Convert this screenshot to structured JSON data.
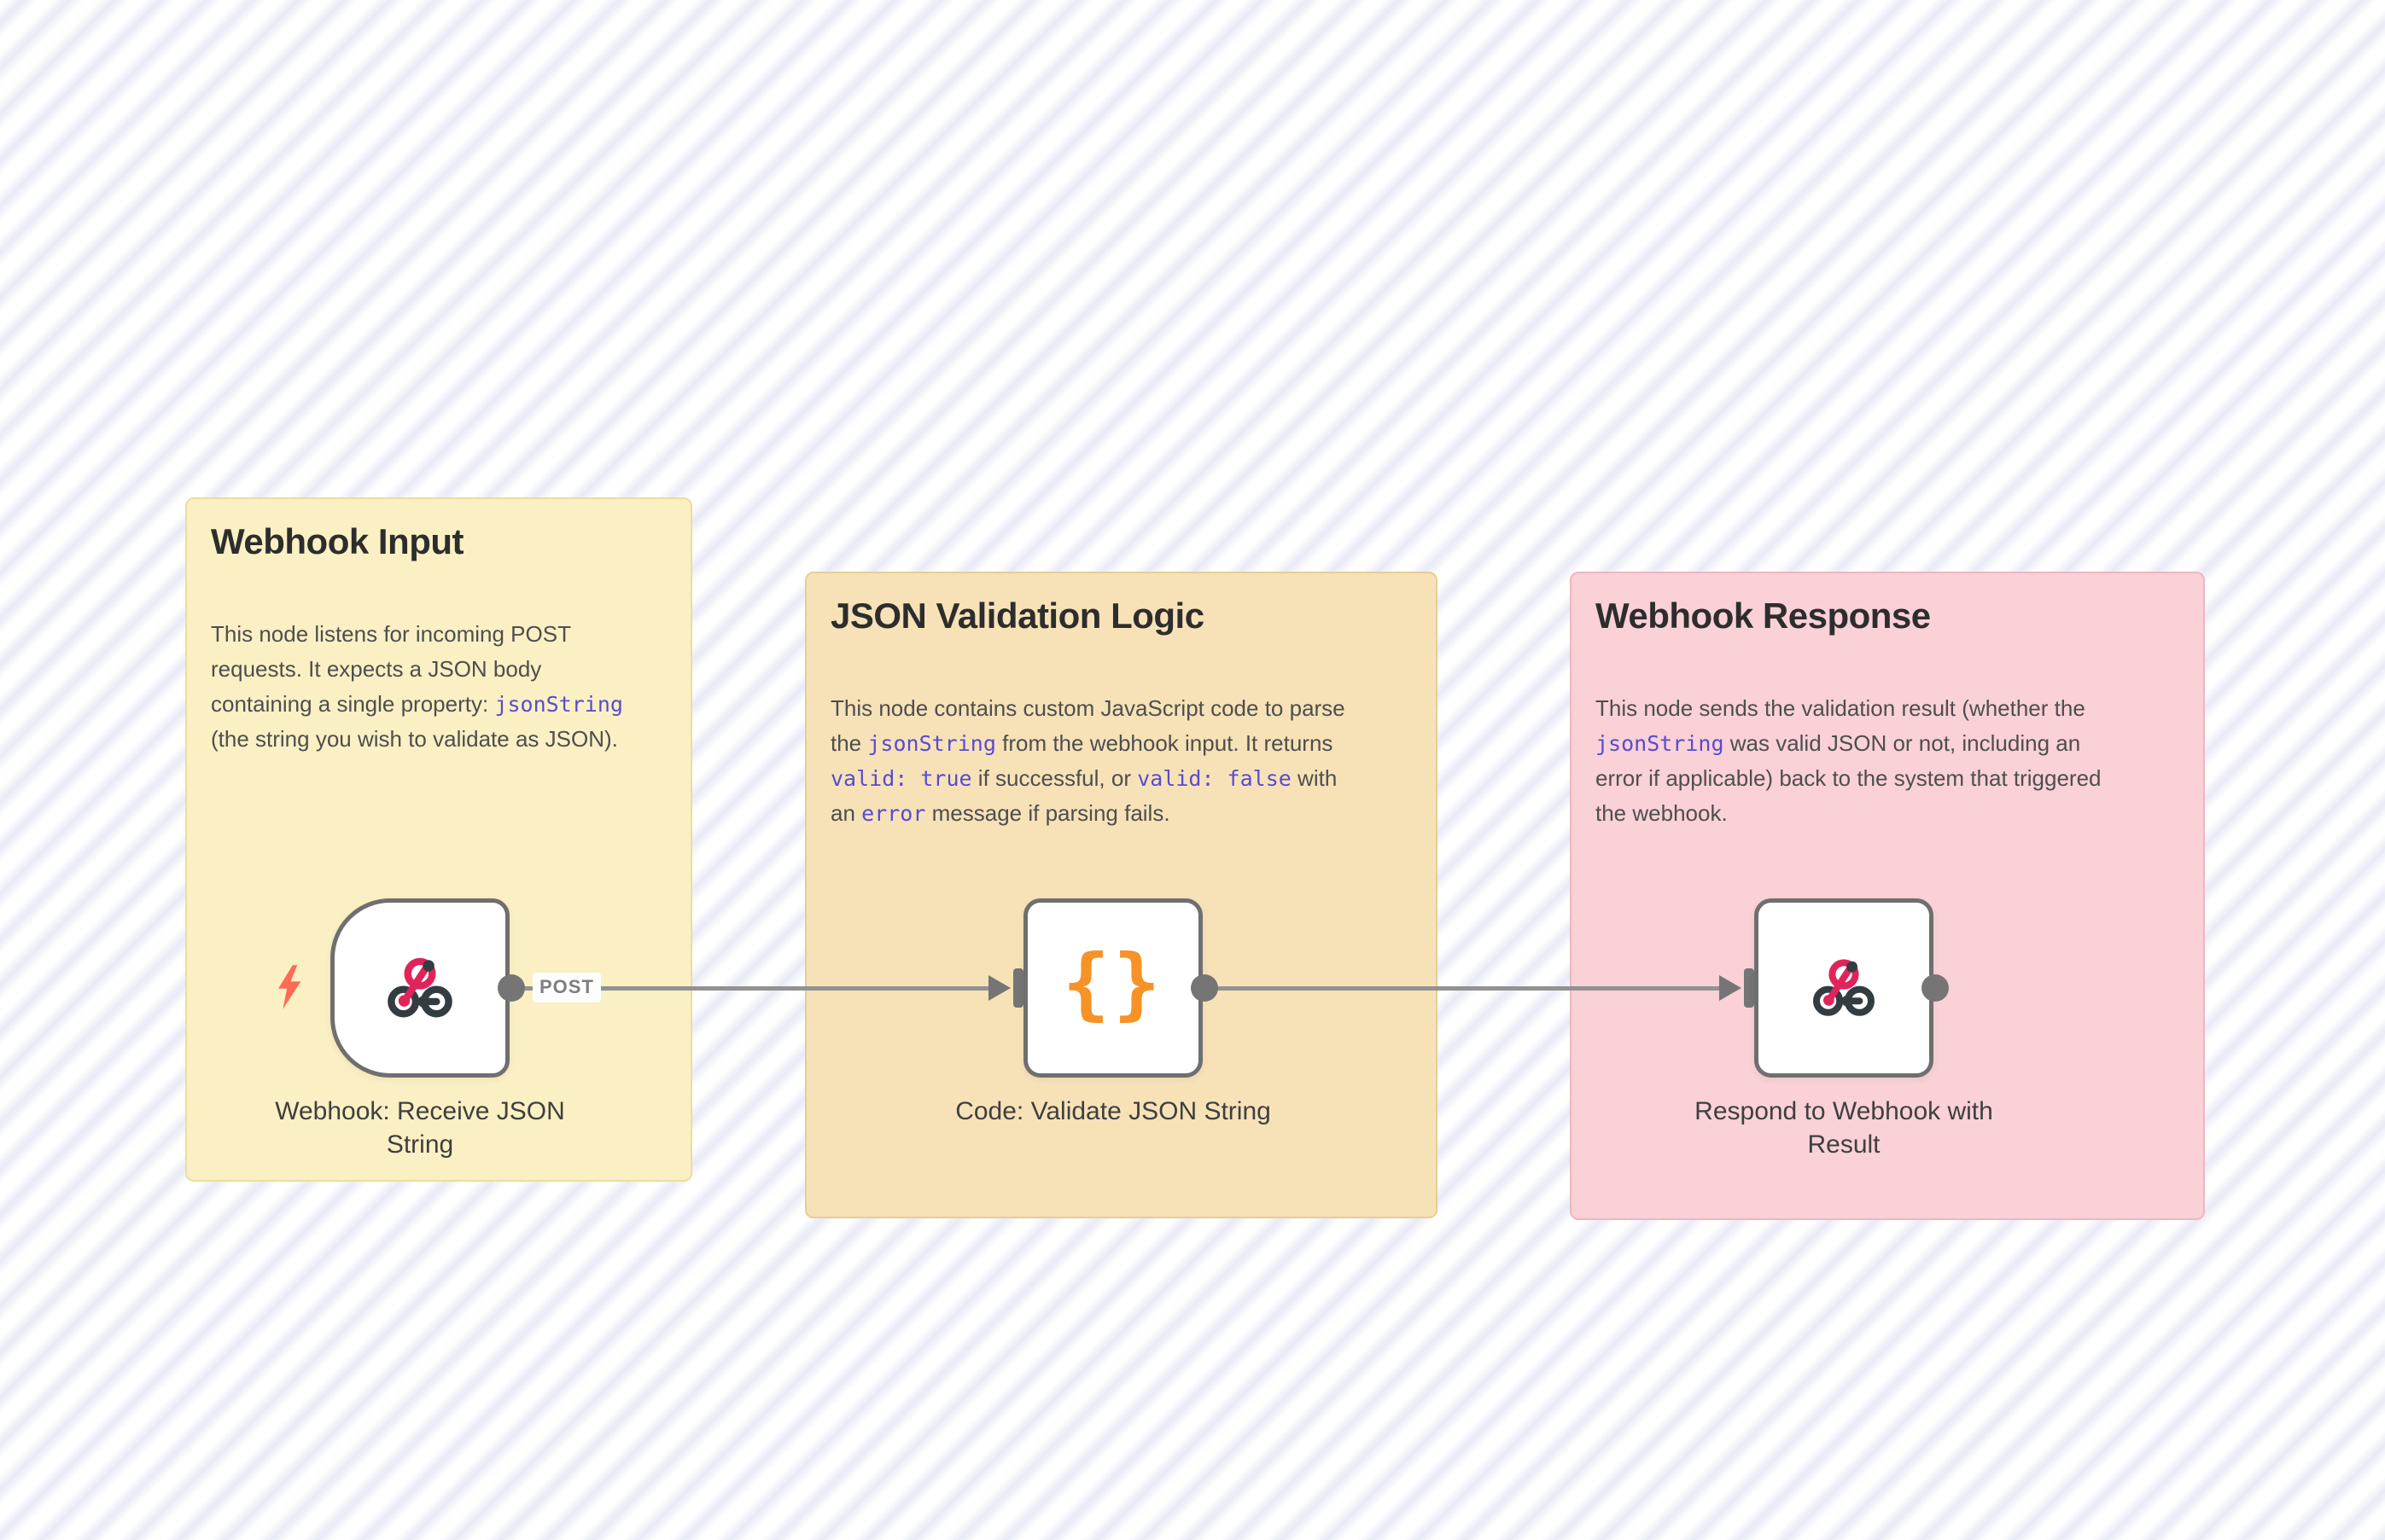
{
  "colors": {
    "canvas_stripe": "#e8eaf5",
    "sticky_yellow_bg": "#fbf0c4",
    "sticky_orange_bg": "#f7e2b8",
    "sticky_pink_bg": "#f9d1d6",
    "node_border_gray": "#6f6f6f",
    "connector_gray": "#929292",
    "inline_code_purple": "#584bd2",
    "code_brace_orange": "#f79226",
    "webhook_icon_pink": "#e0245a",
    "webhook_icon_dark": "#323c41",
    "lightning_coral": "#ff6a55"
  },
  "notes": [
    {
      "title": "Webhook Input",
      "body": [
        {
          "t": "This node listens for incoming POST requests. It expects a JSON body containing a single property: "
        },
        {
          "c": "jsonString"
        },
        {
          "t": " (the string you wish to validate as JSON)."
        }
      ],
      "node": {
        "label": "Webhook: Receive JSON String",
        "type": "webhook-trigger"
      }
    },
    {
      "title": "JSON Validation Logic",
      "body": [
        {
          "t": "This node contains custom JavaScript code to parse the "
        },
        {
          "c": "jsonString"
        },
        {
          "t": " from the webhook input. It returns "
        },
        {
          "c": "valid: true"
        },
        {
          "t": " if successful, or "
        },
        {
          "c": "valid: false"
        },
        {
          "t": " with an "
        },
        {
          "c": "error"
        },
        {
          "t": " message if parsing fails."
        }
      ],
      "node": {
        "label": "Code: Validate JSON String",
        "type": "code"
      }
    },
    {
      "title": "Webhook Response",
      "body": [
        {
          "t": "This node sends the validation result (whether the "
        },
        {
          "c": "jsonString"
        },
        {
          "t": " was valid JSON or not, including an error if applicable) back to the system that triggered the webhook."
        }
      ],
      "node": {
        "label": "Respond to Webhook with Result",
        "type": "respond-to-webhook"
      }
    }
  ],
  "connections": [
    {
      "from": "Webhook: Receive JSON String",
      "to": "Code: Validate JSON String",
      "label": "POST"
    },
    {
      "from": "Code: Validate JSON String",
      "to": "Respond to Webhook with Result",
      "label": ""
    }
  ]
}
